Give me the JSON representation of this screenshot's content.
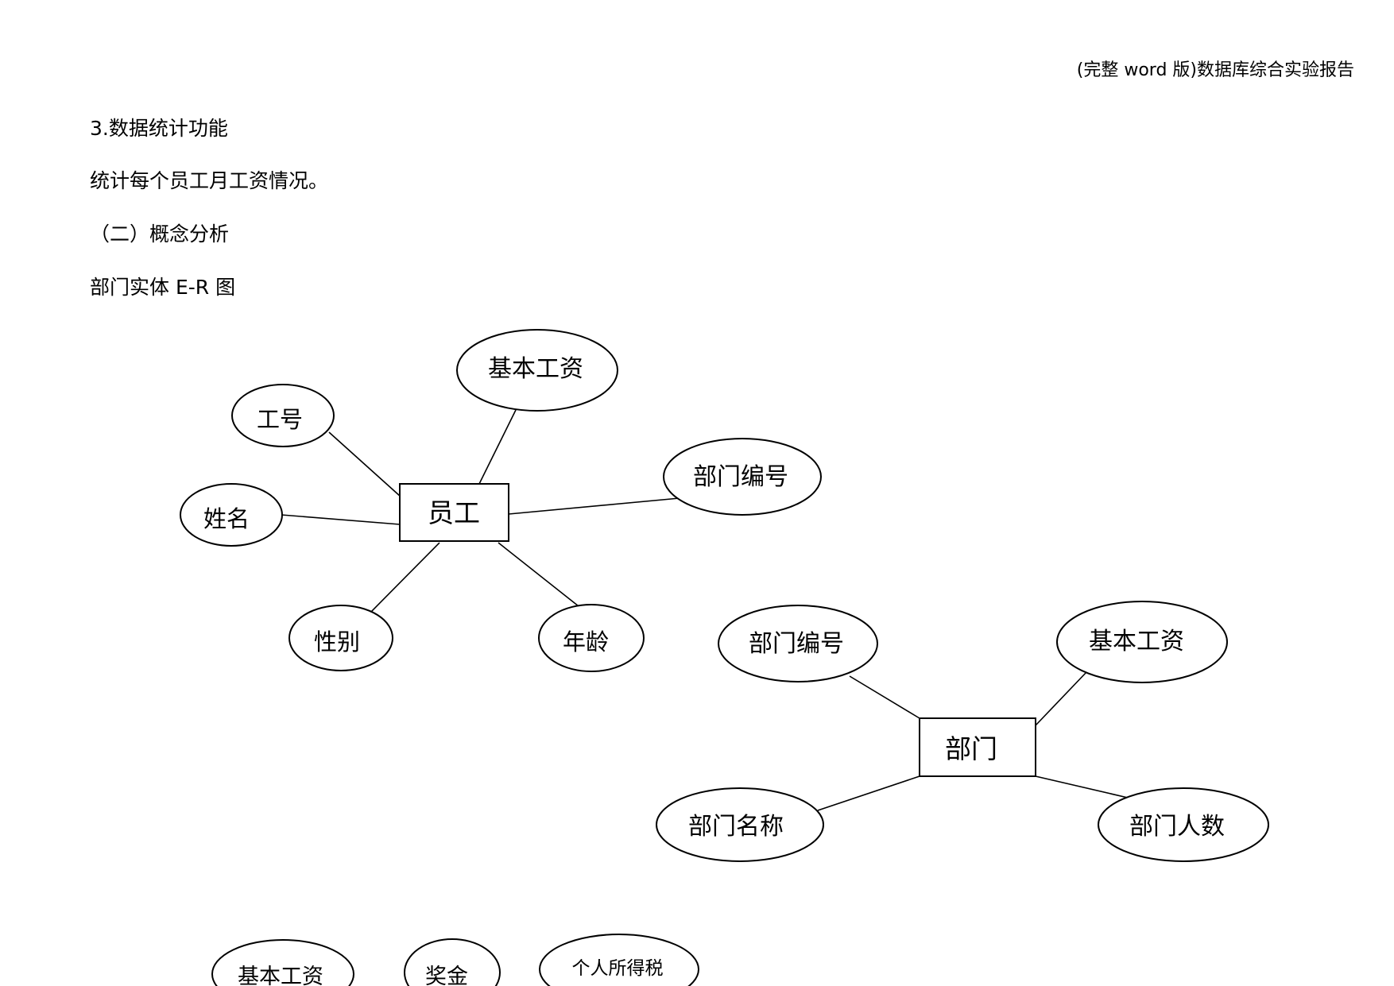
{
  "header": {
    "title": "(完整 word 版)数据库综合实验报告"
  },
  "paragraphs": [
    "3.数据统计功能",
    "统计每个员工月工资情况。",
    "（二）概念分析",
    "部门实体 E-R 图"
  ],
  "diagram": {
    "employee": {
      "entity": "员工",
      "attributes": [
        "工号",
        "基本工资",
        "部门编号",
        "姓名",
        "性别",
        "年龄"
      ]
    },
    "department": {
      "entity": "部门",
      "attributes": [
        "部门编号",
        "基本工资",
        "部门名称",
        "部门人数"
      ]
    },
    "salary_partial": {
      "attributes": [
        "基本工资",
        "奖金",
        "个人所得税"
      ]
    }
  }
}
